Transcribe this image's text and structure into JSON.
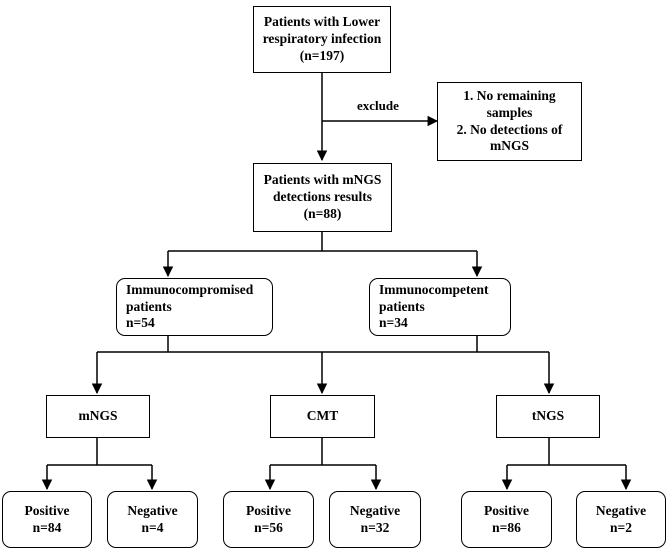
{
  "boxes": {
    "patients_lri": [
      "Patients with Lower",
      "respiratory infection",
      "(n=197)"
    ],
    "exclusion": [
      "1. No remaining",
      "samples",
      "2. No detections of",
      "mNGS"
    ],
    "patients_mngs": [
      "Patients with mNGS",
      "detections results",
      "(n=88)"
    ],
    "immunocompromised": [
      "Immunocompromised",
      "patients",
      "n=54"
    ],
    "immunocompetent": [
      "Immunocompetent",
      "patients",
      "n=34"
    ],
    "mngs": [
      "mNGS"
    ],
    "cmt": [
      "CMT"
    ],
    "tngs": [
      "tNGS"
    ],
    "mngs_positive": [
      "Positive",
      "n=84"
    ],
    "mngs_negative": [
      "Negative",
      "n=4"
    ],
    "cmt_positive": [
      "Positive",
      "n=56"
    ],
    "cmt_negative": [
      "Negative",
      "n=32"
    ],
    "tngs_positive": [
      "Positive",
      "n=86"
    ],
    "tngs_negative": [
      "Negative",
      "n=2"
    ]
  },
  "exclude_label": "exclude"
}
